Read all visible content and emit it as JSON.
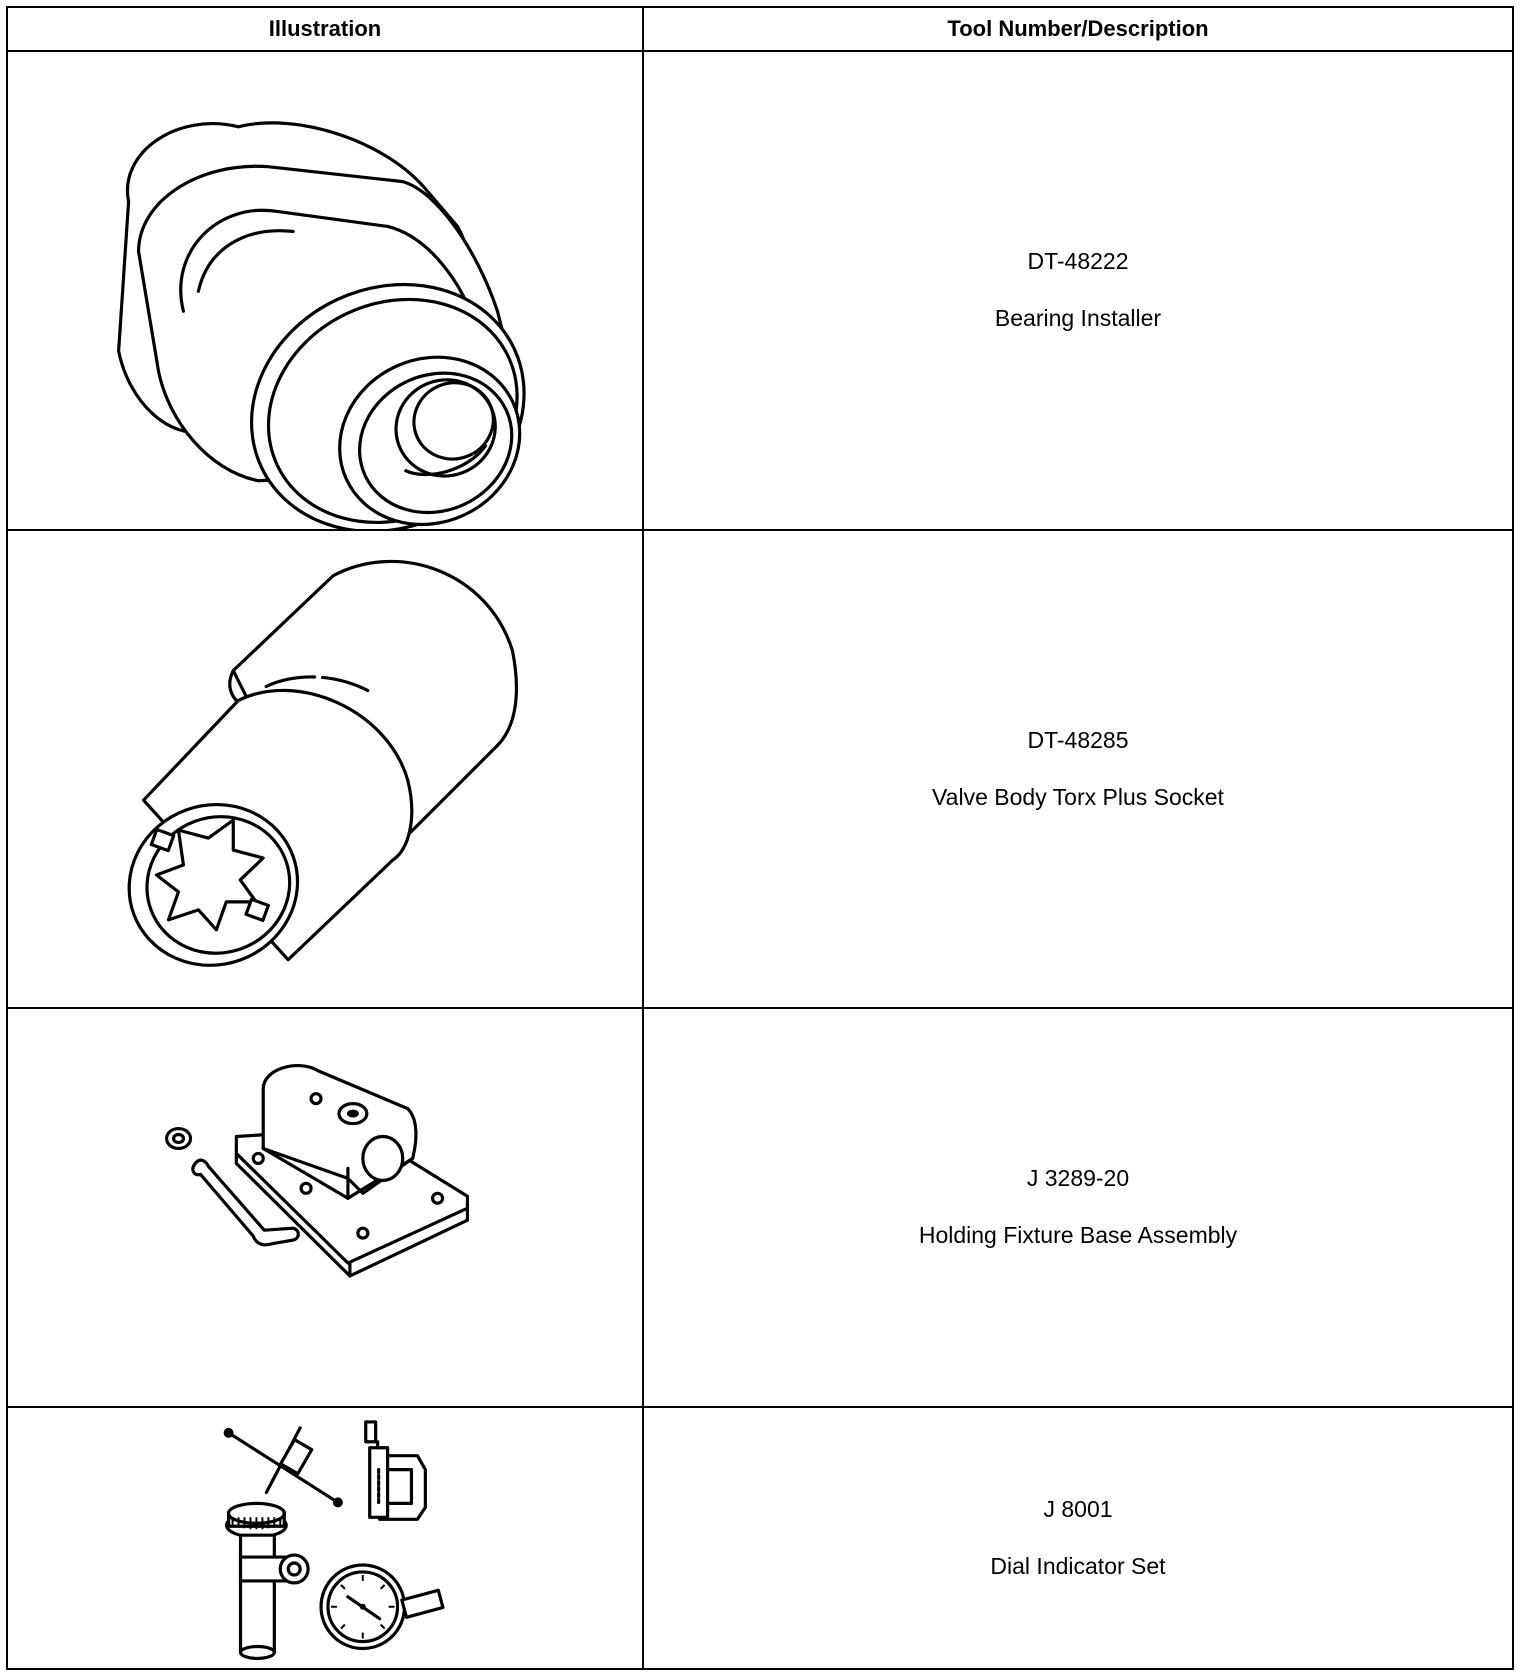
{
  "header": {
    "illustration": "Illustration",
    "tool": "Tool Number/Description"
  },
  "rows": [
    {
      "number": "DT-48222",
      "name": "Bearing Installer",
      "icon": "bearing-installer-icon"
    },
    {
      "number": "DT-48285",
      "name": "Valve Body Torx Plus Socket",
      "icon": "torx-socket-icon"
    },
    {
      "number": "J 3289-20",
      "name": "Holding Fixture Base Assembly",
      "icon": "holding-fixture-icon"
    },
    {
      "number": "J 8001",
      "name": "Dial Indicator Set",
      "icon": "dial-indicator-set-icon"
    }
  ]
}
